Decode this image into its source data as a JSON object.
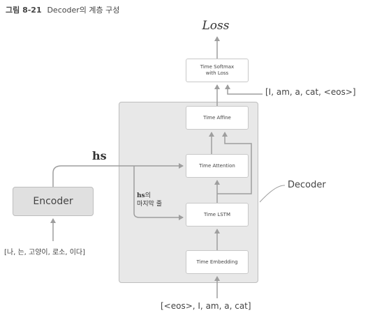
{
  "caption": {
    "number": "그림 8-21",
    "text": "Decoder의 계층 구성"
  },
  "loss_label": "Loss",
  "layers": {
    "softmax": "Time Softmax\nwith Loss",
    "affine": "Time Affine",
    "attention": "Time Attention",
    "lstm": "Time LSTM",
    "embedding": "Time Embedding"
  },
  "encoder_label": "Encoder",
  "hs_label": "hs",
  "hs_last": {
    "hs": "hs",
    "suffix": "의",
    "line2": "마지막 줄"
  },
  "decoder_label": "Decoder",
  "target_sequence": "[I, am, a, cat, <eos>]",
  "encoder_input": "[나, 는, 고양이, 로소, 이다]",
  "decoder_input": "[<eos>, I, am, a, cat]",
  "colors": {
    "panel": "#e8e8e8",
    "encoder": "#e0e0e0",
    "arrow": "#9e9e9e"
  }
}
